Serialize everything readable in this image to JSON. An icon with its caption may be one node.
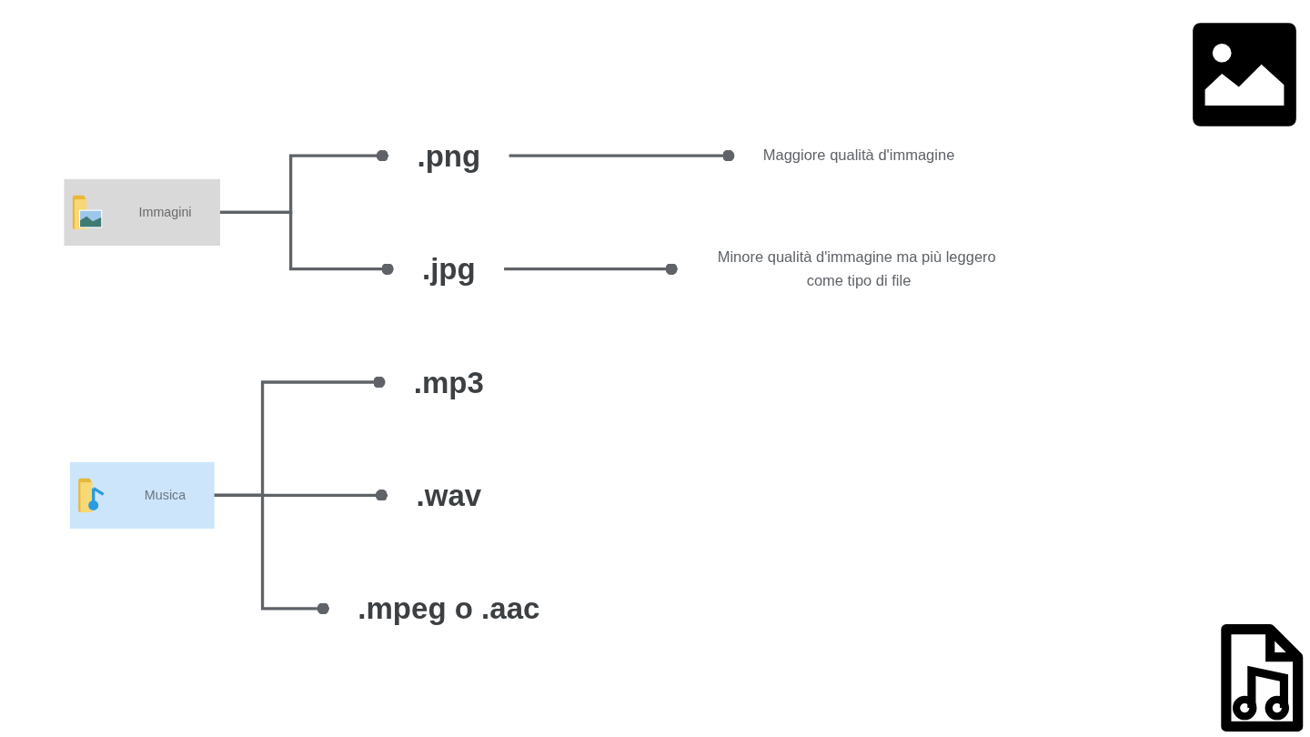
{
  "diagram": {
    "nodes": [
      {
        "text": [
          "Immagini"
        ]
      },
      {
        "text": [
          ".png"
        ]
      },
      {
        "text": [
          ".jpg"
        ]
      },
      {
        "text": [
          "Maggiore qualità d'immagine"
        ]
      },
      {
        "text": [
          "Minore qualità d'immagine ma più leggero come tipo di file"
        ]
      },
      {
        "text": [
          "Musica"
        ]
      },
      {
        "text": [
          ".mp3"
        ]
      },
      {
        "text": [
          ".wav"
        ]
      },
      {
        "text": [
          ".mpeg o .aac"
        ]
      }
    ],
    "edges": [
      {
        "from": 0,
        "to": 1,
        "arrow": "other"
      },
      {
        "from": 0,
        "to": 2,
        "arrow": "other"
      },
      {
        "from": 1,
        "to": 3,
        "arrow": "other"
      },
      {
        "from": 2,
        "to": 4,
        "arrow": "other"
      },
      {
        "from": 5,
        "to": 6,
        "arrow": "other"
      },
      {
        "from": 5,
        "to": 7,
        "arrow": "other"
      },
      {
        "from": 5,
        "to": 8,
        "arrow": "other"
      }
    ]
  }
}
